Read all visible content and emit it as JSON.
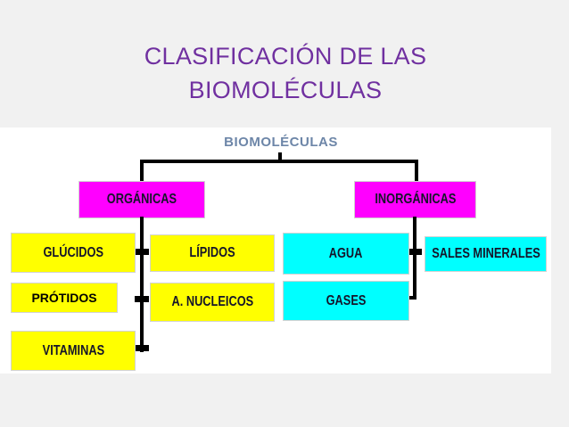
{
  "title": {
    "line1": "CLASIFICACIÓN DE LAS",
    "line2": "BIOMOLÉCULAS"
  },
  "diagram": {
    "root": "BIOMOLÉCULAS",
    "organicas": {
      "label": "ORGÁNICAS",
      "children": [
        "GLÚCIDOS",
        "LÍPIDOS",
        "PRÓTIDOS",
        "A. NUCLEICOS",
        "VITAMINAS"
      ]
    },
    "inorganicas": {
      "label": "INORGÁNICAS",
      "children": [
        "AGUA",
        "SALES MINERALES",
        "GASES"
      ]
    },
    "colors": {
      "category": "#ff00ff",
      "organic_child": "#ffff00",
      "inorganic_child": "#00ffff",
      "title": "#7030a0",
      "root": "#6d86a8"
    }
  }
}
